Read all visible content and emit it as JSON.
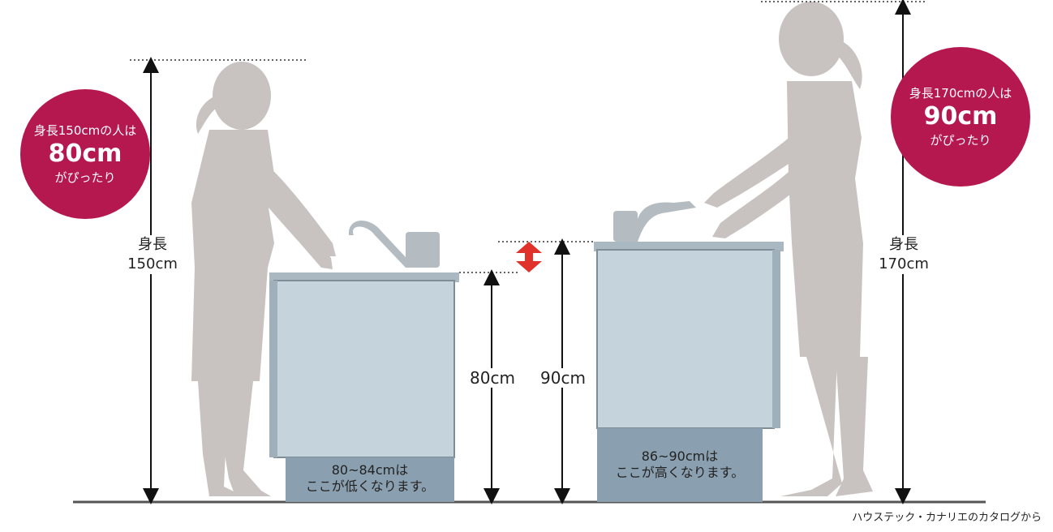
{
  "left": {
    "circle": {
      "line1": "身長150cmの人は",
      "value": "80cm",
      "line3": "がぴったり"
    },
    "height_label": [
      "身長",
      "150cm"
    ],
    "counter_label": "80cm",
    "base_text": [
      "80~84cmは",
      "ここが低くなります。"
    ]
  },
  "right": {
    "circle": {
      "line1": "身長170cmの人は",
      "value": "90cm",
      "line3": "がぴったり"
    },
    "height_label": [
      "身長",
      "170cm"
    ],
    "counter_label": "90cm",
    "base_text": [
      "86~90cmは",
      "ここが高くなります。"
    ]
  },
  "credit": "ハウステック・カナリエのカタログから",
  "colors": {
    "accent": "#b5174f",
    "silhouette": "#c8c3c1",
    "cabinet": "#c5d3dc",
    "base": "#8aa0b0",
    "difference_arrow": "#e0322a"
  }
}
